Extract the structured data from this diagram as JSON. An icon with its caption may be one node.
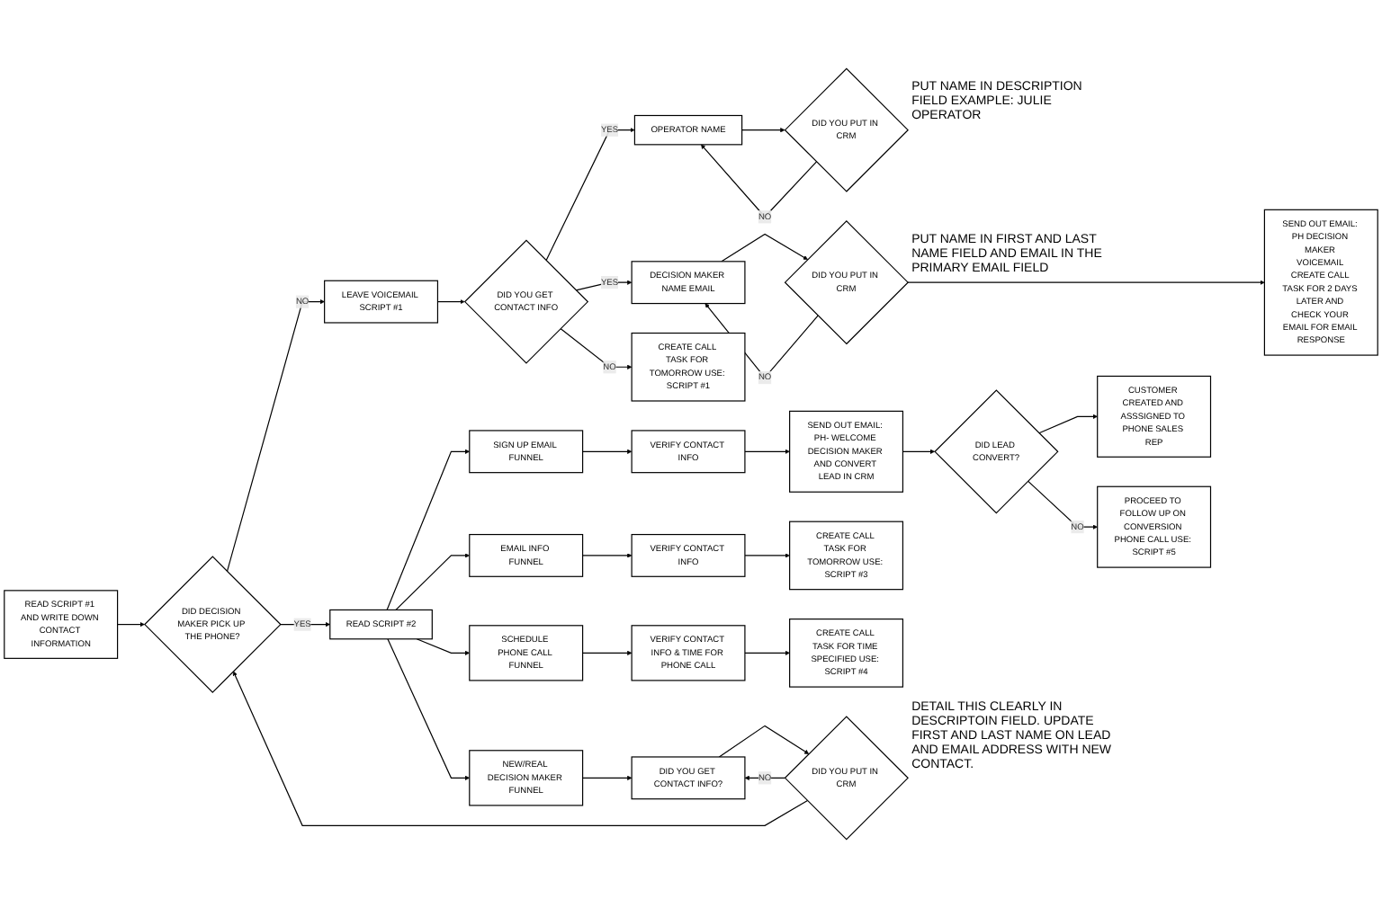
{
  "diagram": {
    "nodes": [
      {
        "text": [
          "READ SCRIPT #1 AND WRITE DOWN CONTACT INFORMATION"
        ]
      },
      {
        "text": [
          "DID DECISION MAKER PICK UP THE PHONE?"
        ]
      },
      {
        "text": [
          "LEAVE VOICEMAIL SCRIPT #1"
        ]
      },
      {
        "text": [
          "DID YOU GET CONTACT INFO"
        ]
      },
      {
        "text": [
          "OPERATOR NAME"
        ]
      },
      {
        "text": [
          "DID YOU PUT IN CRM"
        ],
        "beside": [
          "PUT NAME IN DESCRIPTION FIELD EXAMPLE: JULIE OPERATOR"
        ]
      },
      {
        "text": [
          "DECISION MAKER NAME EMAIL"
        ]
      },
      {
        "text": [
          "DID YOU PUT IN CRM"
        ],
        "beside": [
          "PUT NAME IN FIRST AND LAST NAME FIELD AND EMAIL IN THE PRIMARY EMAIL FIELD"
        ]
      },
      {
        "text": [
          "SEND OUT EMAIL: PH DECISION MAKER VOICEMAIL CREATE CALL TASK FOR 2 DAYS LATER AND CHECK YOUR EMAIL FOR EMAIL RESPONSE"
        ]
      },
      {
        "text": [
          "CREATE CALL TASK FOR TOMORROW USE: SCRIPT #1"
        ]
      },
      {
        "text": [
          "PROCEED TO FOLLOW UP ON CONVERSION PHONE CALL USE: SCRIPT #5"
        ]
      },
      {
        "text": [
          "READ SCRIPT #2"
        ]
      },
      {
        "text": [
          "SIGN UP EMAIL FUNNEL"
        ]
      },
      {
        "text": [
          "VERIFY CONTACT INFO"
        ]
      },
      {
        "text": [
          "SEND OUT EMAIL: PH- WELCOME DECISION MAKER AND CONVERT LEAD IN CRM"
        ]
      },
      {
        "text": [
          "DID LEAD CONVERT?"
        ]
      },
      {
        "text": [
          "CUSTOMER CREATED AND ASSSIGNED TO PHONE SALES REP"
        ]
      },
      {
        "text": [
          "EMAIL INFO FUNNEL"
        ]
      },
      {
        "text": [
          "VERIFY CONTACT INFO"
        ]
      },
      {
        "text": [
          "CREATE CALL TASK FOR TOMORROW USE: SCRIPT #3"
        ]
      },
      {
        "text": [
          "SCHEDULE PHONE CALL FUNNEL"
        ]
      },
      {
        "text": [
          "VERIFY CONTACT INFO & TIME FOR PHONE CALL"
        ]
      },
      {
        "text": [
          "CREATE CALL TASK FOR TIME SPECIFIED USE: SCRIPT #4"
        ]
      },
      {
        "text": [
          "NEW/REAL DECISION MAKER FUNNEL"
        ]
      },
      {
        "text": [
          "DID YOU GET CONTACT INFO?"
        ]
      },
      {
        "text": [
          "DID YOU PUT IN CRM"
        ],
        "beside": [
          "DETAIL THIS CLEARLY IN DESCRIPTOIN FIELD. UPDATE FIRST AND LAST NAME ON LEAD AND EMAIL ADDRESS WITH NEW CONTACT."
        ]
      }
    ],
    "edges": [
      {
        "from": 0,
        "to": 1,
        "arrow": "to"
      },
      {
        "from": 1,
        "to": 2,
        "arrow": "to",
        "label": "NO"
      },
      {
        "from": 2,
        "to": 3,
        "arrow": "to"
      },
      {
        "from": 3,
        "to": 4,
        "arrow": "to",
        "label": "YES"
      },
      {
        "from": 4,
        "to": 5,
        "arrow": "to"
      },
      {
        "from": 5,
        "to": 4,
        "arrow": "to",
        "label": "NO"
      },
      {
        "from": 3,
        "to": 6,
        "arrow": "to",
        "label": "YES"
      },
      {
        "from": 6,
        "to": 7,
        "arrow": "to"
      },
      {
        "from": 7,
        "to": 6,
        "arrow": "to",
        "label": "NO"
      },
      {
        "from": 7,
        "to": 8,
        "arrow": "to"
      },
      {
        "from": 3,
        "to": 9,
        "arrow": "to",
        "label": "NO"
      },
      {
        "from": 1,
        "to": 11,
        "arrow": "to",
        "label": "YES"
      },
      {
        "from": 11,
        "to": 12,
        "arrow": "to"
      },
      {
        "from": 11,
        "to": 17,
        "arrow": "to"
      },
      {
        "from": 11,
        "to": 20,
        "arrow": "to"
      },
      {
        "from": 11,
        "to": 23,
        "arrow": "to"
      },
      {
        "from": 12,
        "to": 13,
        "arrow": "to"
      },
      {
        "from": 13,
        "to": 14,
        "arrow": "to"
      },
      {
        "from": 14,
        "to": 15,
        "arrow": "to"
      },
      {
        "from": 15,
        "to": 16,
        "arrow": "to"
      },
      {
        "from": 15,
        "to": 10,
        "arrow": "to",
        "label": "NO"
      },
      {
        "from": 17,
        "to": 18,
        "arrow": "to"
      },
      {
        "from": 18,
        "to": 19,
        "arrow": "to"
      },
      {
        "from": 20,
        "to": 21,
        "arrow": "to"
      },
      {
        "from": 21,
        "to": 22,
        "arrow": "to"
      },
      {
        "from": 23,
        "to": 24,
        "arrow": "to"
      },
      {
        "from": 24,
        "to": 25,
        "arrow": "to"
      },
      {
        "from": 25,
        "to": 24,
        "arrow": "to",
        "label": "NO"
      },
      {
        "from": 25,
        "to": 1,
        "arrow": "to"
      }
    ]
  }
}
